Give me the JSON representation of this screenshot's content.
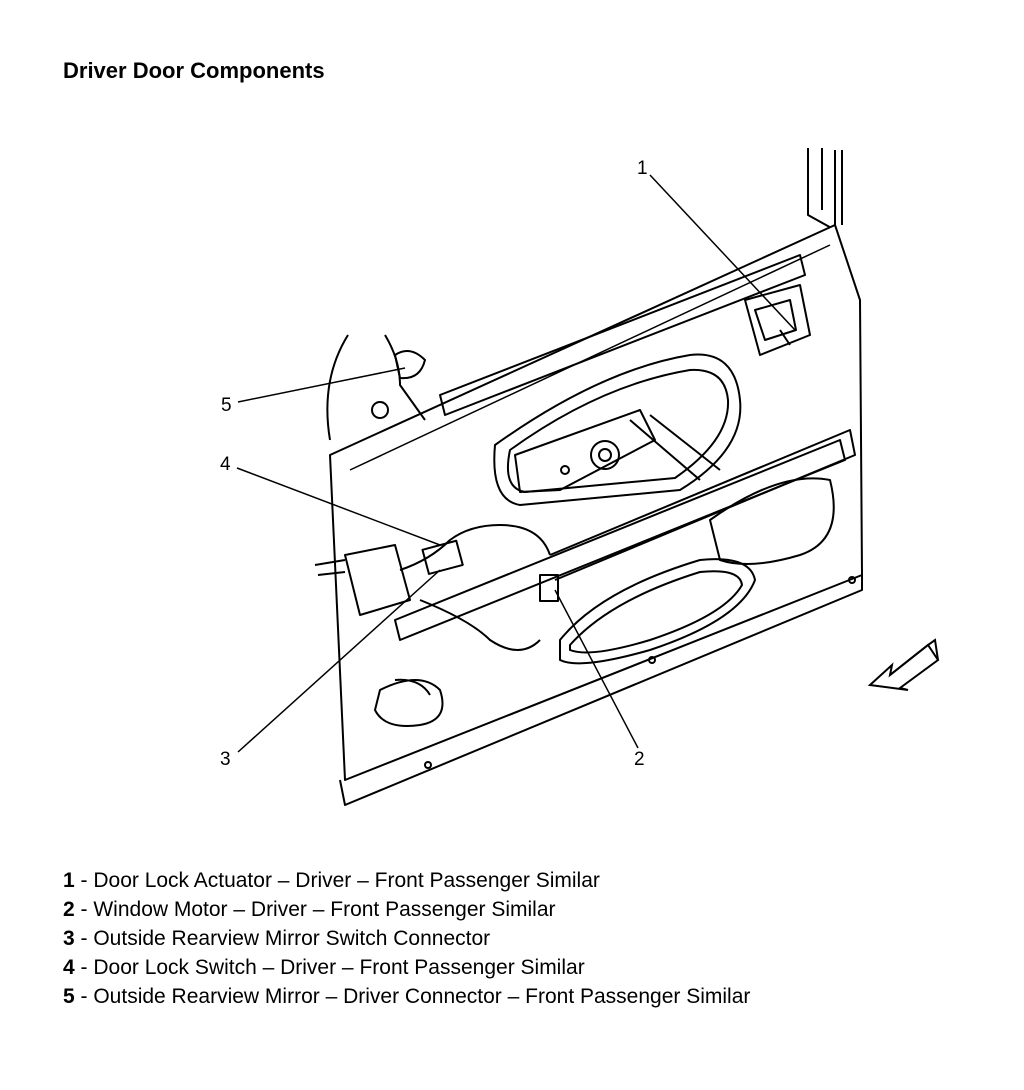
{
  "title": "Driver Door Components",
  "callouts": [
    "1",
    "2",
    "3",
    "4",
    "5"
  ],
  "legend": [
    {
      "num": "1",
      "text": " - Door Lock Actuator – Driver – Front Passenger Similar"
    },
    {
      "num": "2",
      "text": " - Window Motor – Driver – Front Passenger Similar"
    },
    {
      "num": "3",
      "text": " - Outside Rearview Mirror Switch Connector"
    },
    {
      "num": "4",
      "text": " - Door Lock Switch – Driver – Front Passenger Similar"
    },
    {
      "num": "5",
      "text": " - Outside Rearview Mirror – Driver Connector – Front Passenger Similar"
    }
  ],
  "icons": {
    "direction": "front-direction-arrow-icon"
  }
}
